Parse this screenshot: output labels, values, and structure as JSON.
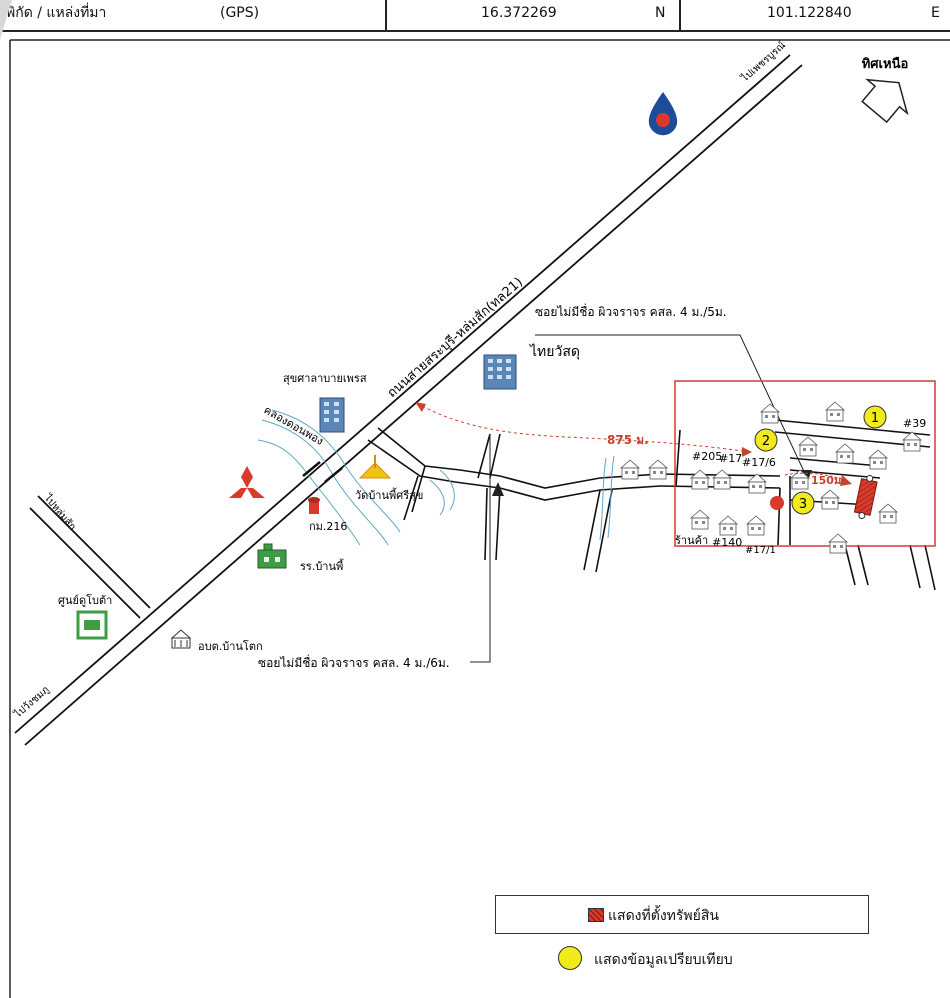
{
  "header": {
    "label": "พิกัด / แหล่งที่มา",
    "source": "(GPS)",
    "latitude": "16.372269",
    "lat_dir": "N",
    "longitude": "101.122840",
    "lon_dir": "E"
  },
  "north": {
    "label": "ทิศเหนือ"
  },
  "roads": {
    "main": "ถนนสายสระบุรี-หล่มสัก(ทล21)",
    "to_phetchabun": "ไปเพชรบูรณ์",
    "to_lomsak": "ไปหล่มสัก",
    "to_wangchomphu": "ไปวังชมภู",
    "soi_5m": "ซอยไม่มีชื่อ ผิวจราจร คสล. 4 ม./5ม.",
    "soi_6m": "ซอยไม่มีชื่อ ผิวจราจร คสล. 4 ม./6ม."
  },
  "landmarks": {
    "thai_watsadu": "ไทยวัสดุ",
    "health_center": "สุขศาลาบายเพรส",
    "canal": "คลองดอนพอง",
    "km_marker": "กม.216",
    "temple": "วัดบ้านพี้ศรีสุข",
    "school": "รร.บ้านพี้",
    "service_center": "ศูนย์ดูโบต้า",
    "sao": "อบต.บ้านโตก",
    "shop": "ร้านค้า"
  },
  "distances": {
    "d875": "875 ม.",
    "d150": "150ม."
  },
  "house_numbers": [
    "#39",
    "#205",
    "#17",
    "#17/6",
    "#140",
    "#17/1"
  ],
  "markers": [
    "1",
    "2",
    "3"
  ],
  "legend": {
    "property": "แสดงที่ตั้งทรัพย์สิน",
    "comparison": "แสดงข้อมูลเปรียบเทียบ"
  },
  "colors": {
    "property_red": "#d93a2b",
    "comparison_yellow": "#f2ea1a",
    "route_red": "#c9422e",
    "frame_red": "#d23a34",
    "building_blue": "#5a86b8",
    "school_green": "#3f9c45",
    "ptt_blue": "#1c4c9a"
  }
}
